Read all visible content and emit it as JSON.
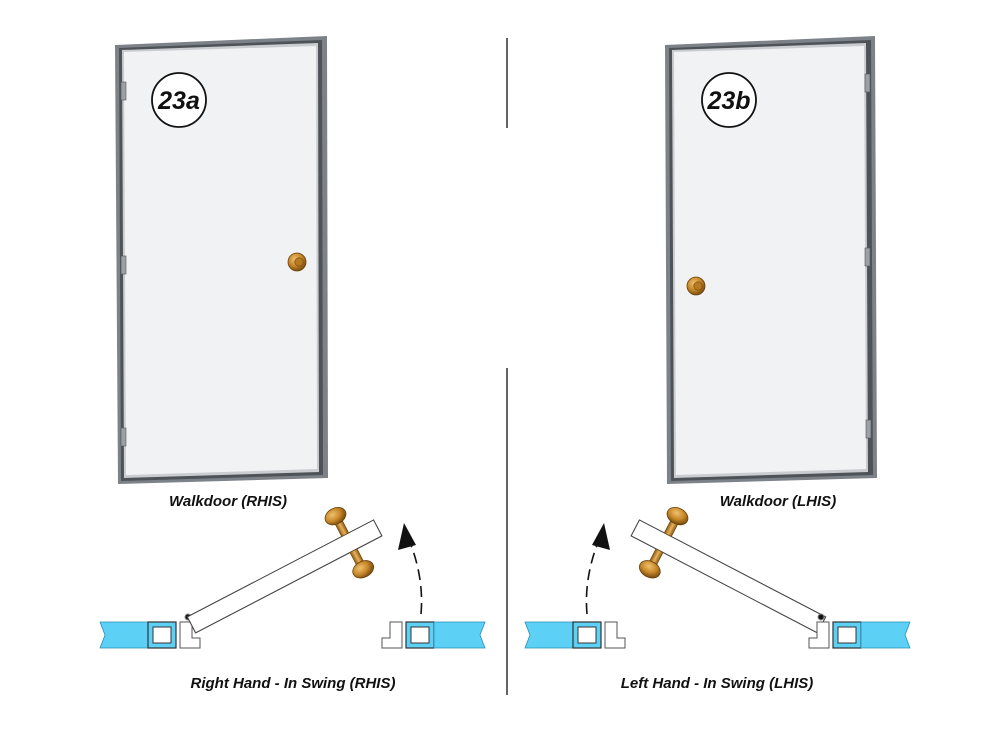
{
  "panels": {
    "left": {
      "badge": "23a",
      "door_caption": "Walkdoor (RHIS)",
      "swing_caption": "Right Hand - In Swing (RHIS)"
    },
    "right": {
      "badge": "23b",
      "door_caption": "Walkdoor (LHIS)",
      "swing_caption": "Left Hand - In Swing (LHIS)"
    }
  },
  "colors": {
    "wall": "#5cd0f5",
    "frame": "#7a7f85",
    "door_face": "#f2f3f4",
    "knob": "#c98a2a",
    "divider": "#222222"
  }
}
